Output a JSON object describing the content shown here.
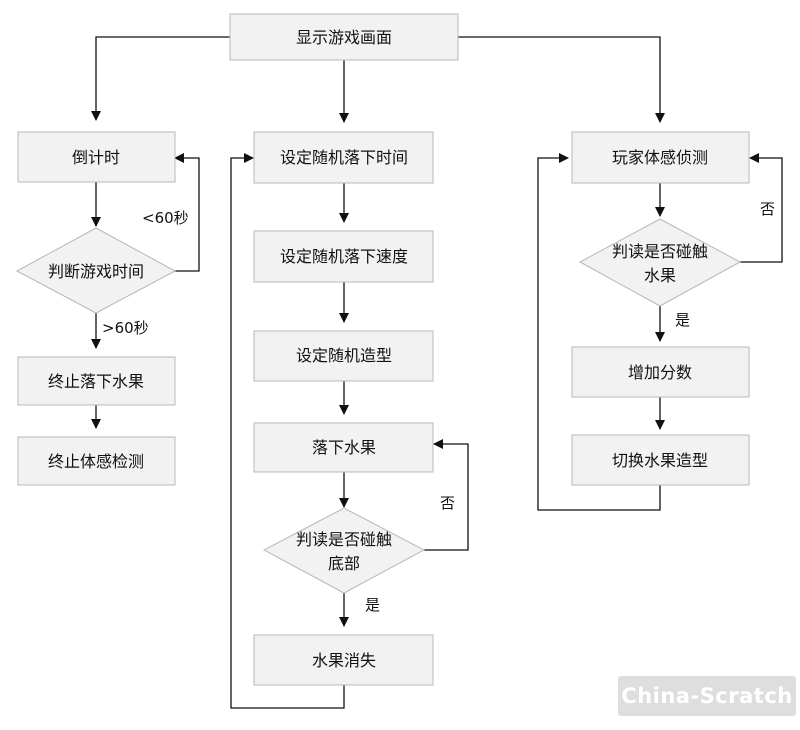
{
  "nodes": {
    "show_screen": "显示游戏画面",
    "countdown": "倒计时",
    "judge_time": "判断游戏时间",
    "stop_falling": "终止落下水果",
    "stop_motion": "终止体感检测",
    "set_time": "设定随机落下时间",
    "set_speed": "设定随机落下速度",
    "set_shape": "设定随机造型",
    "drop_fruit": "落下水果",
    "judge_bottom_l1": "判读是否碰触",
    "judge_bottom_l2": "底部",
    "fruit_vanish": "水果消失",
    "motion_detect": "玩家体感侦测",
    "judge_fruit_l1": "判读是否碰触",
    "judge_fruit_l2": "水果",
    "add_score": "增加分数",
    "switch_shape": "切换水果造型"
  },
  "edge_labels": {
    "lt60": "<60秒",
    "gt60": ">60秒",
    "no_bottom": "否",
    "yes_bottom": "是",
    "no_fruit": "否",
    "yes_fruit": "是"
  },
  "watermark": "China-Scratch"
}
